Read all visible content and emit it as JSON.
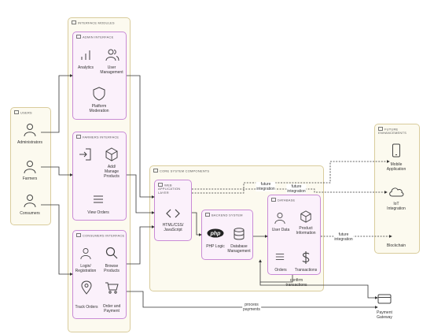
{
  "groups": {
    "interface_modules": "INTERFACE MODULES",
    "admin_interface": "ADMIN INTERFACE",
    "farmers_interface": "FARMERS INTERFACE",
    "consumers_interface": "CONSUMERS INTERFACE",
    "users": "USERS",
    "core_system": "CORE SYSTEM COMPONENTS",
    "web_layer": "WEB\nAPPLICATION\nLAYER",
    "backend_system": "BACKEND SYSTEM",
    "database": "DATABASE",
    "future": "FUTURE\nENHANCEMENTS"
  },
  "nodes": {
    "administrators": "Administrators",
    "farmers": "Farmers",
    "consumers": "Consumers",
    "analytics": "Analytics",
    "user_management": "User\nManagement",
    "platform_moderation": "Platform\nModeration",
    "add_manage_products": "Add/\nManage\nProducts",
    "view_orders": "View Orders",
    "login_registration": "Login/\nRegistration",
    "browse_products": "Browse\nProducts",
    "track_orders": "Track Orders",
    "order_payment": "Order and\nPayment",
    "html_css_js": "HTML/CSS/\nJavaScript",
    "php_logic": "PHP Logic",
    "database_management": "Database\nManagement",
    "user_data": "User Data",
    "product_information": "Product\nInformation",
    "orders": "Orders",
    "transactions": "Transactions",
    "mobile_application": "Mobile\nApplication",
    "iot_integration": "IoT\nIntegration",
    "blockchain": "Blockchain",
    "payment_gateway": "Payment\nGateway",
    "php_logo": "php"
  },
  "edges": {
    "future_integration_1": "future\nintegration",
    "future_integration_2": "future\nintegration",
    "future_integration_3": "future\nintegration",
    "confirm_transactions": "confirm\ntransactions",
    "process_payments": "process\npayments"
  },
  "colors": {
    "outer_border": "#d9cc9c",
    "inner_border": "#c98bd6",
    "inner_fill": "#fbf1fb",
    "wire": "#333333"
  },
  "icons": [
    "person-icon",
    "bar-chart-icon",
    "people-icon",
    "shield-icon",
    "login-icon",
    "box-icon",
    "list-icon",
    "search-icon",
    "location-pin-icon",
    "cart-icon",
    "code-icon",
    "database-icon",
    "dollar-icon",
    "phone-icon",
    "cloud-icon",
    "card-icon"
  ]
}
